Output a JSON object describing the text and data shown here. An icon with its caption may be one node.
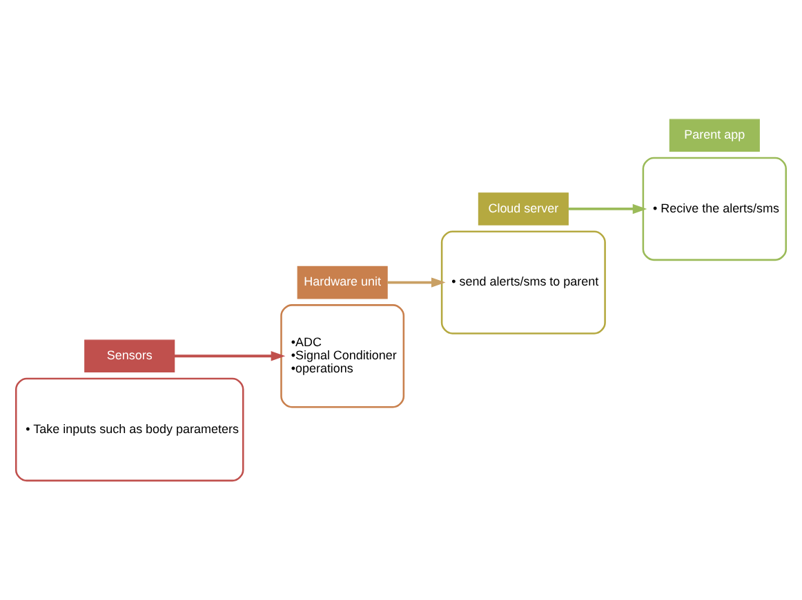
{
  "diagram": {
    "nodes": [
      {
        "text": [
          "• Take inputs such as body parameters"
        ]
      },
      {
        "text": [
          "Sensors"
        ]
      },
      {
        "text": [
          "•ADC",
          "•Signal Conditioner",
          "•operations"
        ]
      },
      {
        "text": [
          "Hardware unit"
        ]
      },
      {
        "text": [
          "• send alerts/sms to parent"
        ]
      },
      {
        "text": [
          "Cloud server"
        ]
      },
      {
        "text": [
          "• Recive the alerts/sms"
        ]
      },
      {
        "text": [
          "Parent app"
        ]
      }
    ],
    "edges": [
      {
        "from": 1,
        "to": 2,
        "arrow": "to",
        "color": "#c0504d"
      },
      {
        "from": 3,
        "to": 4,
        "arrow": "to",
        "color": "#c9a064"
      },
      {
        "from": 5,
        "to": 6,
        "arrow": "to",
        "color": "#9bbb59"
      }
    ]
  }
}
